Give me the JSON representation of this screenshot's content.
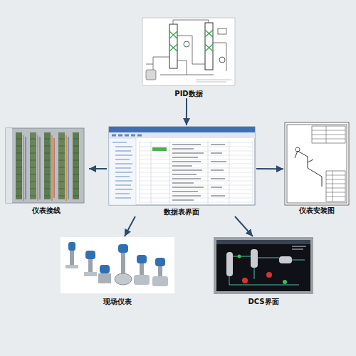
{
  "diagram": {
    "nodes": [
      {
        "text": [
          "PID数据"
        ]
      },
      {
        "text": [
          "仪表接线"
        ]
      },
      {
        "text": [
          "数据表界面"
        ]
      },
      {
        "text": [
          "仪表安装图"
        ]
      },
      {
        "text": [
          "现场仪表"
        ]
      },
      {
        "text": [
          "DCS界面"
        ]
      }
    ],
    "edges": [
      {
        "from": 0,
        "to": 2,
        "arrow": "to"
      },
      {
        "from": 2,
        "to": 1,
        "arrow": "to"
      },
      {
        "from": 2,
        "to": 3,
        "arrow": "to"
      },
      {
        "from": 2,
        "to": 4,
        "arrow": "to"
      },
      {
        "from": 2,
        "to": 5,
        "arrow": "to"
      }
    ]
  }
}
